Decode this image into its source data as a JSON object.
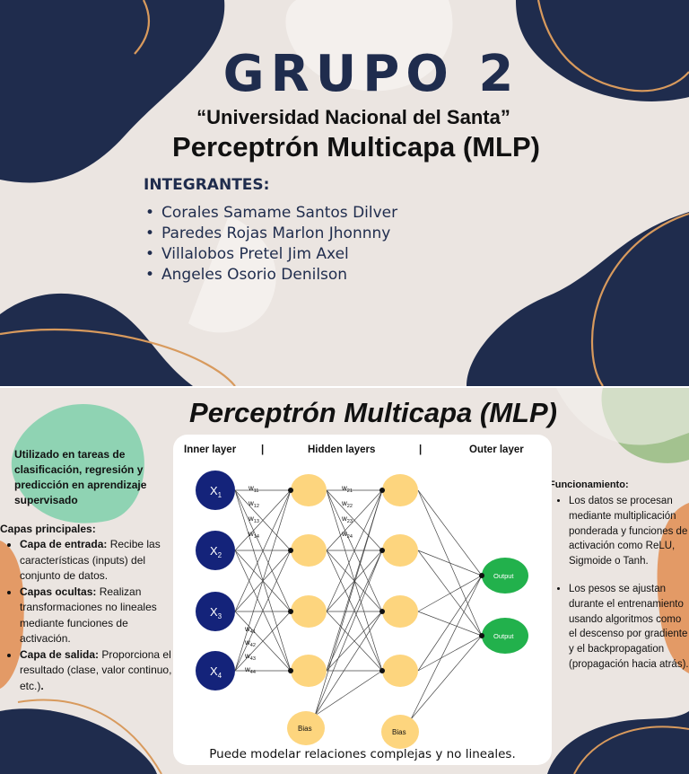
{
  "slide1": {
    "title": "GRUPO 2",
    "university": "“Universidad Nacional del Santa”",
    "topic": "Perceptrón Multicapa (MLP)",
    "members_heading": "INTEGRANTES:",
    "members": [
      "Corales Samame Santos Dilver",
      "Paredes Rojas Marlon Jhonnny",
      "Villalobos Pretel Jim Axel",
      "Angeles Osorio Denilson"
    ],
    "colors": {
      "navy": "#1f2c4d",
      "beige": "#ebe5e1",
      "orange_line": "#d89a5d"
    }
  },
  "slide2": {
    "title": "Perceptrón Multicapa (MLP)",
    "used_for": "Utilizado en tareas de clasificación, regresión y predicción en aprendizaje supervisado",
    "layers_heading": "Capas principales:",
    "layers": [
      {
        "label": "Capa de entrada:",
        "text": " Recibe las características (inputs) del conjunto de datos."
      },
      {
        "label": "Capas ocultas:",
        "text": " Realizan transformaciones no lineales mediante funciones de activación."
      },
      {
        "label": "Capa de salida:",
        "text": " Proporciona el resultado (clase, valor continuo, etc.)",
        "suffix": "."
      }
    ],
    "function_heading": "Funcionamiento:",
    "function_points": [
      "Los datos se procesan mediante multiplicación ponderada y funciones de activación como ReLU, Sigmoide o Tanh.",
      "Los pesos se ajustan durante el entrenamiento usando algoritmos como el descenso por gradiente y el backpropagation (propagación hacia atrás)."
    ],
    "caption": "Puede modelar relaciones complejas y no lineales.",
    "diagram": {
      "headers": [
        "Inner layer",
        "|",
        "Hidden layers",
        "|",
        "Outer layer"
      ],
      "inputs": [
        "X1",
        "X2",
        "X3",
        "X4"
      ],
      "weights_top_1": [
        "W11",
        "W12",
        "W13",
        "W14"
      ],
      "weights_bottom_1": [
        "W41",
        "W42",
        "W43",
        "W44"
      ],
      "weights_top_2": [
        "W21",
        "W22",
        "W23",
        "W24"
      ],
      "bias_label": "Bias",
      "output_label": "Output",
      "colors": {
        "input_node": "#14237a",
        "hidden_node": "#fdd57e",
        "output_node": "#22b14c"
      }
    },
    "colors": {
      "mint": "#8fd3b3",
      "sage": "#a3c28f",
      "peach": "#e39a66",
      "navy": "#1f2c4d"
    }
  }
}
